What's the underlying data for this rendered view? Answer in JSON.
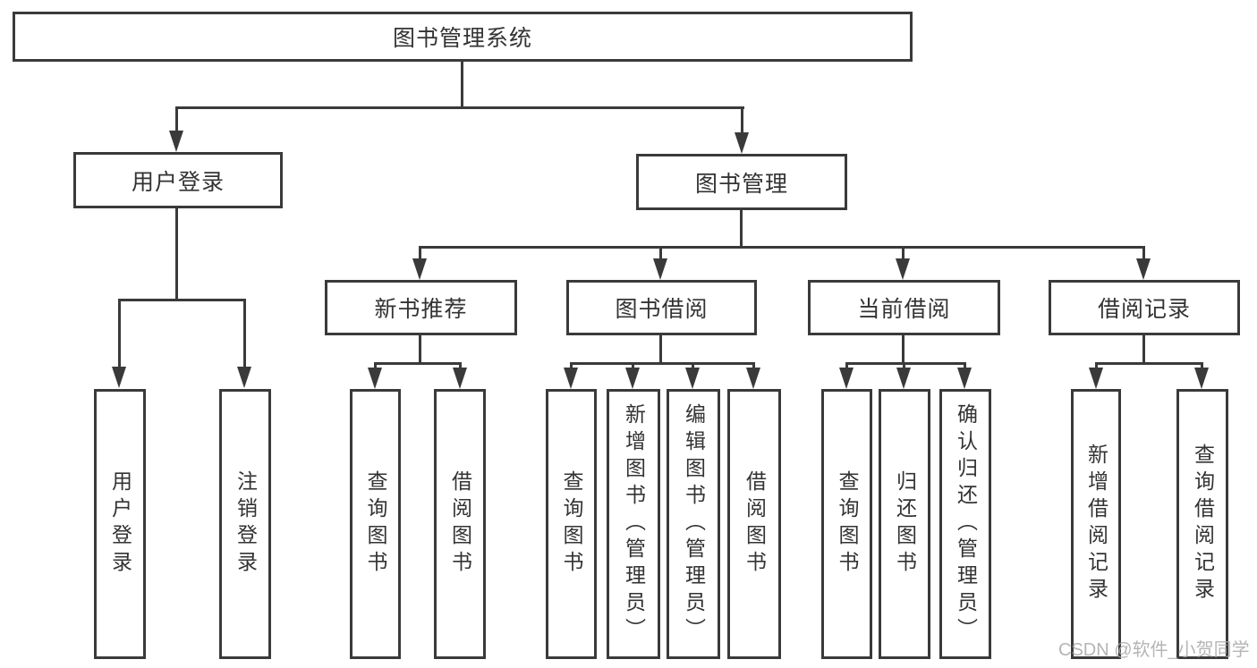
{
  "diagram": {
    "title": "图书管理系统",
    "type": "hierarchy-tree",
    "colors": {
      "line": "#3a3a3a",
      "text": "#333333",
      "box_background": "#ffffff",
      "page_background": "#ffffff",
      "watermark": "#a9a9a9"
    },
    "nodes": {
      "root": "图书管理系统",
      "user_login_group": "用户登录",
      "book_management": "图书管理",
      "user_login": "用户登录",
      "logout": "注销登录",
      "new_book_recommend": "新书推荐",
      "book_borrowing": "图书借阅",
      "current_borrowing": "当前借阅",
      "borrowing_records": "借阅记录",
      "nb_query_books": "查询图书",
      "nb_borrow_books": "借阅图书",
      "bb_query_books": "查询图书",
      "bb_add_books": "新增图书（管理员）",
      "bb_edit_books": "编辑图书（管理员）",
      "bb_borrow_books": "借阅图书",
      "cb_query_books": "查询图书",
      "cb_return_books": "归还图书",
      "cb_confirm_return": "确认归还（管理员）",
      "br_add_record": "新增借阅记录",
      "br_query_record": "查询借阅记录"
    },
    "edges": [
      {
        "from": "root",
        "to": [
          "user_login_group",
          "book_management"
        ]
      },
      {
        "from": "user_login_group",
        "to": [
          "user_login",
          "logout"
        ]
      },
      {
        "from": "book_management",
        "to": [
          "new_book_recommend",
          "book_borrowing",
          "current_borrowing",
          "borrowing_records"
        ]
      },
      {
        "from": "new_book_recommend",
        "to": [
          "nb_query_books",
          "nb_borrow_books"
        ]
      },
      {
        "from": "book_borrowing",
        "to": [
          "bb_query_books",
          "bb_add_books",
          "bb_edit_books",
          "bb_borrow_books"
        ]
      },
      {
        "from": "current_borrowing",
        "to": [
          "cb_query_books",
          "cb_return_books",
          "cb_confirm_return"
        ]
      },
      {
        "from": "borrowing_records",
        "to": [
          "br_add_record",
          "br_query_record"
        ]
      }
    ]
  },
  "watermark": {
    "text": "CSDN @软件_小贺同学"
  }
}
